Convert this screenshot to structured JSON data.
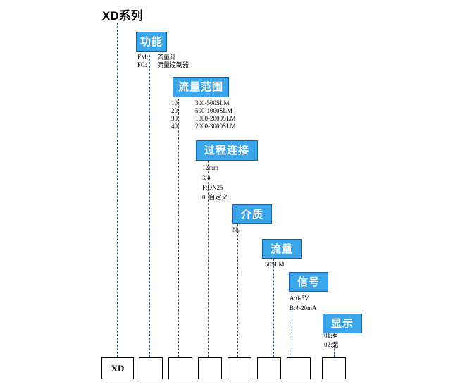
{
  "title": "XD系列",
  "colors": {
    "header_fill": "#3aa5e8",
    "header_border": "#1a5fa8",
    "header_text": "#ffffff",
    "dash_line": "#3b5c82",
    "slot_border": "#000000",
    "text": "#000000"
  },
  "groups": [
    {
      "name": "function",
      "header": "功能",
      "options": [
        {
          "code": "FM:",
          "desc": "流量计"
        },
        {
          "code": "FC:",
          "desc": "流量控制器"
        }
      ]
    },
    {
      "name": "flow-range",
      "header": "流量范围",
      "options": [
        {
          "code": "10:",
          "desc": "300-500SLM"
        },
        {
          "code": "20:",
          "desc": "500-1000SLM"
        },
        {
          "code": "30:",
          "desc": "1000-2000SLM"
        },
        {
          "code": "40:",
          "desc": "2000-3000SLM"
        }
      ]
    },
    {
      "name": "process-connection",
      "header": "过程连接",
      "options": [
        {
          "code": "12mm",
          "desc": ""
        },
        {
          "code": "3/4",
          "desc": ""
        },
        {
          "code": "F:DN25",
          "desc": ""
        },
        {
          "code": "0:",
          "desc": "自定义"
        }
      ]
    },
    {
      "name": "medium",
      "header": "介质",
      "options": [
        {
          "code": "N2",
          "desc": ""
        }
      ]
    },
    {
      "name": "flow",
      "header": "流量",
      "options": [
        {
          "code": "50SLM",
          "desc": ""
        }
      ]
    },
    {
      "name": "signal",
      "header": "信号",
      "options": [
        {
          "code": "A:0-5V",
          "desc": ""
        },
        {
          "code": "B:4-20mA",
          "desc": ""
        }
      ]
    },
    {
      "name": "display",
      "header": "显示",
      "options": [
        {
          "code": "01:有",
          "desc": ""
        },
        {
          "code": "02:无",
          "desc": ""
        }
      ]
    }
  ],
  "code_slots": [
    {
      "label": "XD"
    },
    {
      "label": ""
    },
    {
      "label": ""
    },
    {
      "label": ""
    },
    {
      "label": ""
    },
    {
      "label": ""
    },
    {
      "label": ""
    },
    {
      "label": ""
    }
  ]
}
